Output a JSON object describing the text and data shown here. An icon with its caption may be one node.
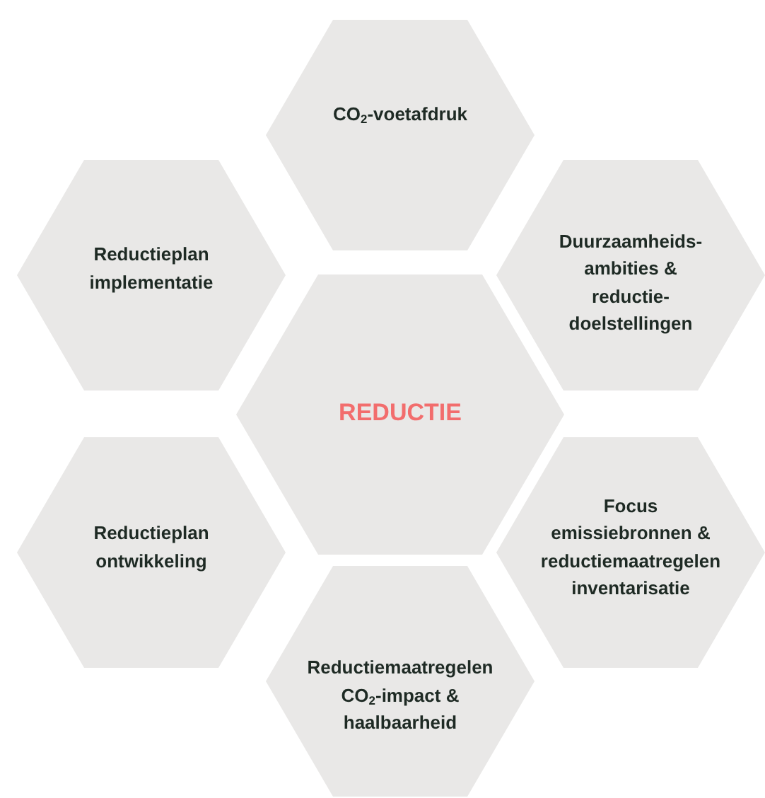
{
  "diagram": {
    "nodes": [
      {
        "text": [
          "CO$_{2}$-voetafdruk"
        ]
      },
      {
        "text": [
          "Reductieplan implementatie"
        ]
      },
      {
        "text": [
          "Duurzaamheids- ambities & reductie- doelstellingen"
        ]
      },
      {
        "text": [
          "REDUCTIE"
        ]
      },
      {
        "text": [
          "Reductieplan ontwikkeling"
        ]
      },
      {
        "text": [
          "Focus emissiebronnen & reductiemaatregelen inventarisatie"
        ]
      },
      {
        "text": [
          "Reductiemaatregelen CO$_{2}$-impact & haalbaarheid"
        ]
      }
    ]
  }
}
